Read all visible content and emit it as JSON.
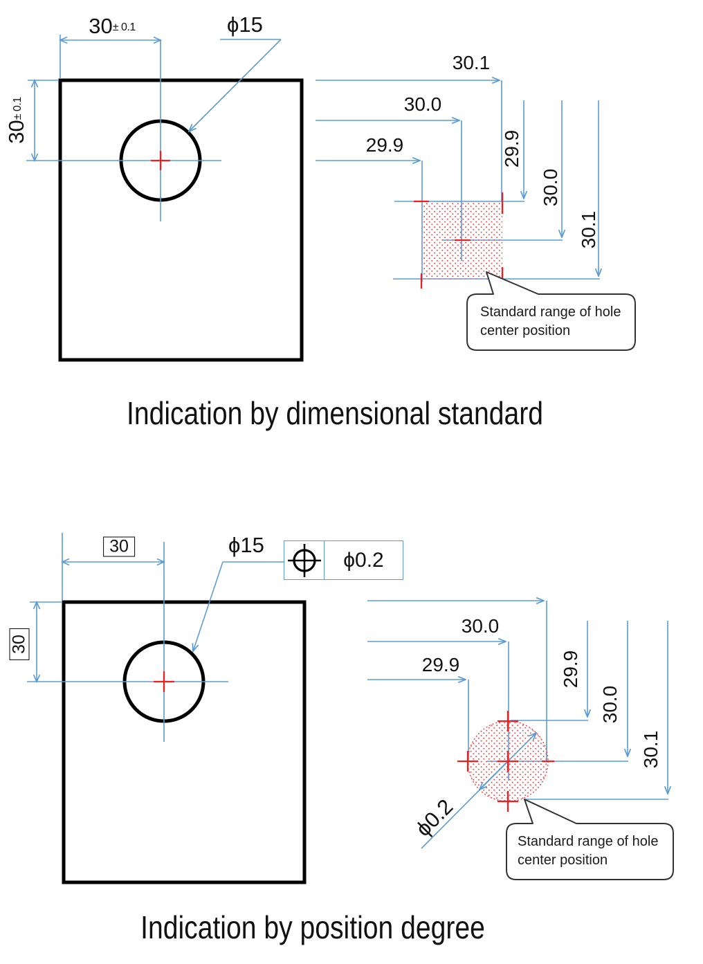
{
  "colors": {
    "blue": "#5b9bd5",
    "red": "#ef1f1f",
    "dot": "#e84a4a",
    "ink": "#000000",
    "callout": "#333333"
  },
  "top_view": {
    "width_dim": {
      "value": "30",
      "tolerance": "± 0.1"
    },
    "height_dim": {
      "value": "30",
      "tolerance": "± 0.1"
    },
    "hole_label": "ϕ15"
  },
  "top_detail": {
    "x_dims": [
      "30.1",
      "30.0",
      "29.9"
    ],
    "y_dims": [
      "29.9",
      "30.0",
      "30.1"
    ],
    "callout": {
      "line1": "Standard range of hole",
      "line2": "center position"
    }
  },
  "top_caption": "Indication by dimensional standard",
  "bottom_view": {
    "width_dim": {
      "value": "30"
    },
    "height_dim": {
      "value": "30"
    },
    "hole_label": "ϕ15",
    "fcf": {
      "symbol": "position",
      "tolerance": "ϕ0.2"
    }
  },
  "bottom_detail": {
    "x_dims": [
      "30.0",
      "29.9"
    ],
    "y_dims": [
      "29.9",
      "30.0",
      "30.1"
    ],
    "zone_diameter": "ϕ0.2",
    "callout": {
      "line1": "Standard range of hole",
      "line2": "center position"
    }
  },
  "bottom_caption": "Indication by position degree"
}
